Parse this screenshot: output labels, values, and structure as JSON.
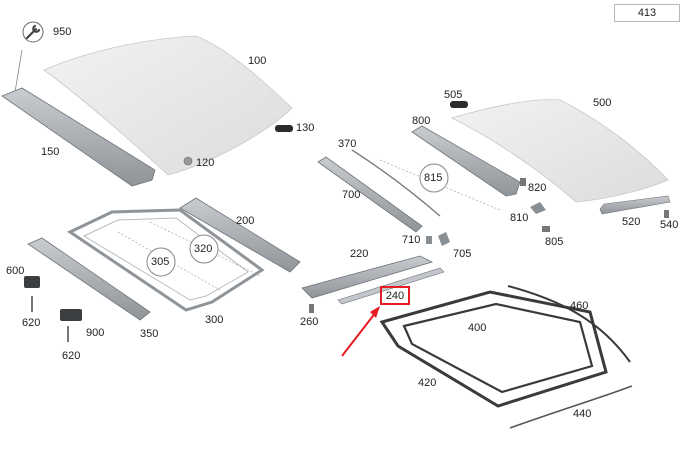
{
  "page_number": "413",
  "highlighted_part": "240",
  "callout_labels": {
    "p950": "950",
    "p100": "100",
    "p150": "150",
    "p130": "130",
    "p120": "120",
    "p505": "505",
    "p500": "500",
    "p800": "800",
    "p370": "370",
    "p815": "815",
    "p820": "820",
    "p700": "700",
    "p810": "810",
    "p520": "520",
    "p540": "540",
    "p805": "805",
    "p710": "710",
    "p705": "705",
    "p200": "200",
    "p220": "220",
    "p305": "305",
    "p320": "320",
    "p600": "600",
    "p620a": "620",
    "p900": "900",
    "p620b": "620",
    "p350": "350",
    "p300": "300",
    "p260": "260",
    "p460": "460",
    "p400": "400",
    "p420": "420",
    "p440": "440"
  },
  "colors": {
    "highlight": "#e51c23",
    "part_fill": "#e3e3e3",
    "part_dark": "#9ea2a6",
    "line": "#7d7d7d"
  },
  "icons": [
    "wrench-icon"
  ]
}
